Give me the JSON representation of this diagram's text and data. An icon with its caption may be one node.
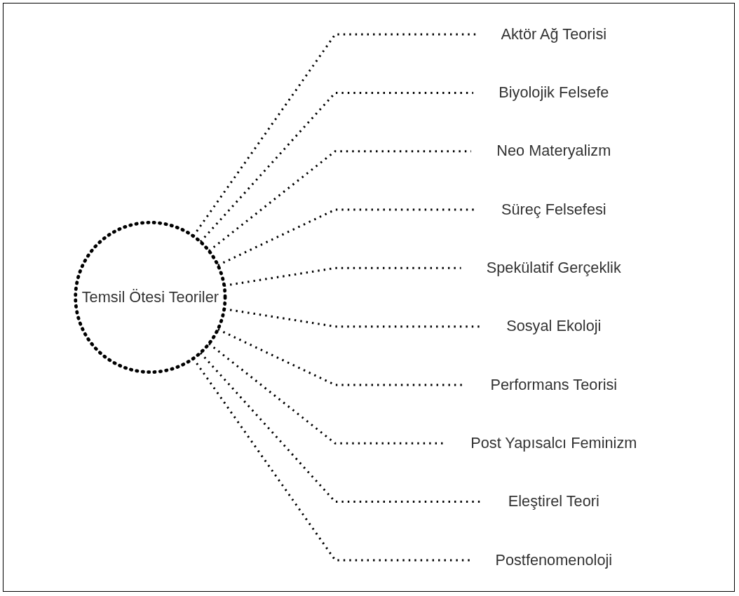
{
  "diagram": {
    "nodes": [
      {
        "text": [
          "Temsil Ötesi Teoriler"
        ]
      },
      {
        "text": [
          "Aktör Ağ Teorisi"
        ]
      },
      {
        "text": [
          "Biyolojik Felsefe"
        ]
      },
      {
        "text": [
          "Neo Materyalizm"
        ]
      },
      {
        "text": [
          "Süreç Felsefesi"
        ]
      },
      {
        "text": [
          "Spekülatif Gerçeklik"
        ]
      },
      {
        "text": [
          "Sosyal Ekoloji"
        ]
      },
      {
        "text": [
          "Performans Teorisi"
        ]
      },
      {
        "text": [
          "Post Yapısalcı Feminizm"
        ]
      },
      {
        "text": [
          "Eleştirel Teori"
        ]
      },
      {
        "text": [
          "Postfenomenoloji"
        ]
      }
    ],
    "edges": [
      {
        "from": 0,
        "to": 1,
        "arrow": "none",
        "style": "dashed"
      },
      {
        "from": 0,
        "to": 2,
        "arrow": "none",
        "style": "dashed"
      },
      {
        "from": 0,
        "to": 3,
        "arrow": "none",
        "style": "dashed"
      },
      {
        "from": 0,
        "to": 4,
        "arrow": "none",
        "style": "dashed"
      },
      {
        "from": 0,
        "to": 5,
        "arrow": "none",
        "style": "dashed"
      },
      {
        "from": 0,
        "to": 6,
        "arrow": "none",
        "style": "dashed"
      },
      {
        "from": 0,
        "to": 7,
        "arrow": "none",
        "style": "dashed"
      },
      {
        "from": 0,
        "to": 8,
        "arrow": "none",
        "style": "dashed"
      },
      {
        "from": 0,
        "to": 9,
        "arrow": "none",
        "style": "dashed"
      },
      {
        "from": 0,
        "to": 10,
        "arrow": "none",
        "style": "dashed"
      }
    ]
  }
}
